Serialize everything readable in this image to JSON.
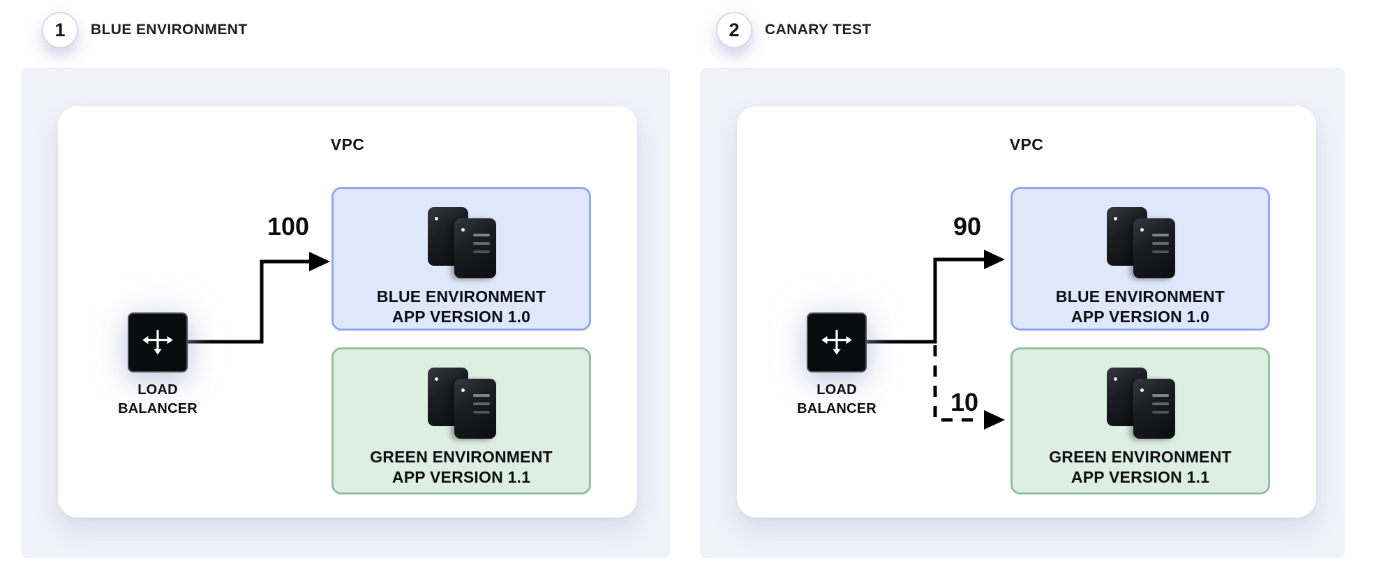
{
  "diagram": {
    "panels": [
      {
        "step_number": "1",
        "title": "BLUE ENVIRONMENT",
        "vpc_label": "VPC",
        "load_balancer_label": "LOAD BALANCER",
        "traffic_to_blue": "100",
        "blue_environment": {
          "name": "BLUE ENVIRONMENT",
          "version": "APP VERSION 1.0"
        },
        "green_environment": {
          "name": "GREEN ENVIRONMENT",
          "version": "APP VERSION 1.1"
        }
      },
      {
        "step_number": "2",
        "title": "CANARY TEST",
        "vpc_label": "VPC",
        "load_balancer_label": "LOAD BALANCER",
        "traffic_to_blue": "90",
        "traffic_to_green": "10",
        "blue_environment": {
          "name": "BLUE ENVIRONMENT",
          "version": "APP VERSION 1.0"
        },
        "green_environment": {
          "name": "GREEN ENVIRONMENT",
          "version": "APP VERSION 1.1"
        }
      }
    ],
    "icons": {
      "load_balancer": "move-arrows-icon",
      "environment": "stacked-servers-icon"
    },
    "colors": {
      "panel_background": "#F1F1FA",
      "vpc_card_background": "#FFFFFF",
      "blue_box_fill": "#DFE8FB",
      "blue_box_border": "#8FA9F0",
      "green_box_fill": "#DDEEE3",
      "green_box_border": "#95BFA3",
      "arrow": "#000000",
      "load_balancer_fill": "#0A0B0D",
      "text": "#101217"
    }
  }
}
